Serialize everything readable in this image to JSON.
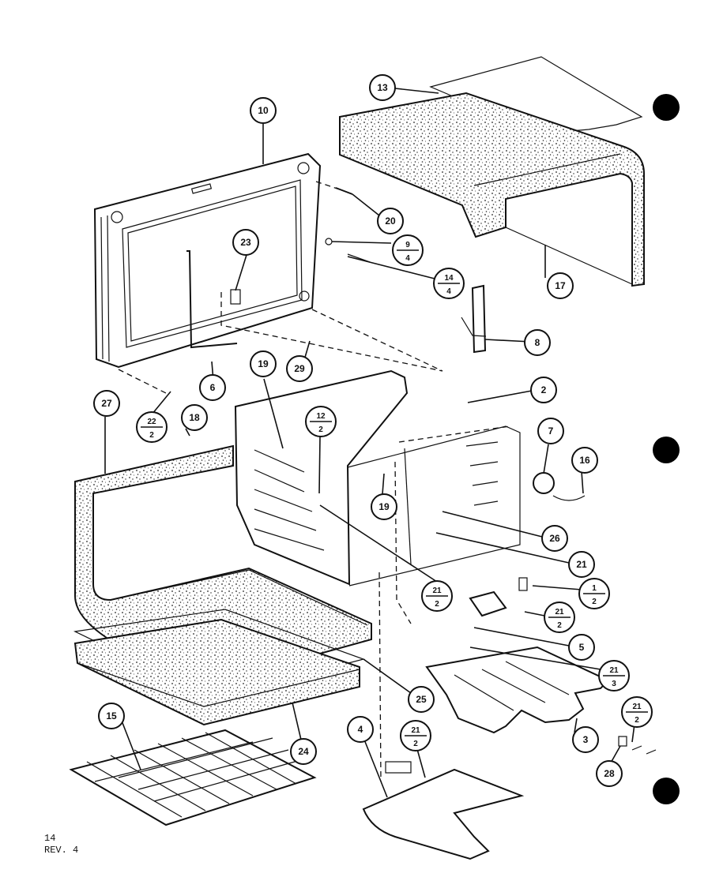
{
  "callouts": [
    {
      "id": "c10",
      "label": "10"
    },
    {
      "id": "c13",
      "label": "13"
    },
    {
      "id": "c20",
      "label": "20"
    },
    {
      "id": "c9-4",
      "top": "9",
      "bottom": "4"
    },
    {
      "id": "c14-4",
      "top": "14",
      "bottom": "4"
    },
    {
      "id": "c23",
      "label": "23"
    },
    {
      "id": "c17",
      "label": "17"
    },
    {
      "id": "c8",
      "label": "8"
    },
    {
      "id": "c29",
      "label": "29"
    },
    {
      "id": "c6",
      "label": "6"
    },
    {
      "id": "c19a",
      "label": "19"
    },
    {
      "id": "c2",
      "label": "2"
    },
    {
      "id": "c27",
      "label": "27"
    },
    {
      "id": "c22-2",
      "top": "22",
      "bottom": "2"
    },
    {
      "id": "c18",
      "label": "18"
    },
    {
      "id": "c12-2",
      "top": "12",
      "bottom": "2"
    },
    {
      "id": "c7",
      "label": "7"
    },
    {
      "id": "c16",
      "label": "16"
    },
    {
      "id": "c19b",
      "label": "19"
    },
    {
      "id": "c26",
      "label": "26"
    },
    {
      "id": "c21",
      "label": "21"
    },
    {
      "id": "c21-2a",
      "top": "21",
      "bottom": "2"
    },
    {
      "id": "c1-2",
      "top": "1",
      "bottom": "2"
    },
    {
      "id": "c21-2b",
      "top": "21",
      "bottom": "2"
    },
    {
      "id": "c5",
      "label": "5"
    },
    {
      "id": "c21-3",
      "top": "21",
      "bottom": "3"
    },
    {
      "id": "c25",
      "label": "25"
    },
    {
      "id": "c21-2c",
      "top": "21",
      "bottom": "2"
    },
    {
      "id": "c15",
      "label": "15"
    },
    {
      "id": "c24",
      "label": "24"
    },
    {
      "id": "c4",
      "label": "4"
    },
    {
      "id": "c21-2d",
      "top": "21",
      "bottom": "2"
    },
    {
      "id": "c3",
      "label": "3"
    },
    {
      "id": "c28",
      "label": "28"
    }
  ],
  "footer": {
    "page": "14",
    "revision": "REV. 4"
  }
}
